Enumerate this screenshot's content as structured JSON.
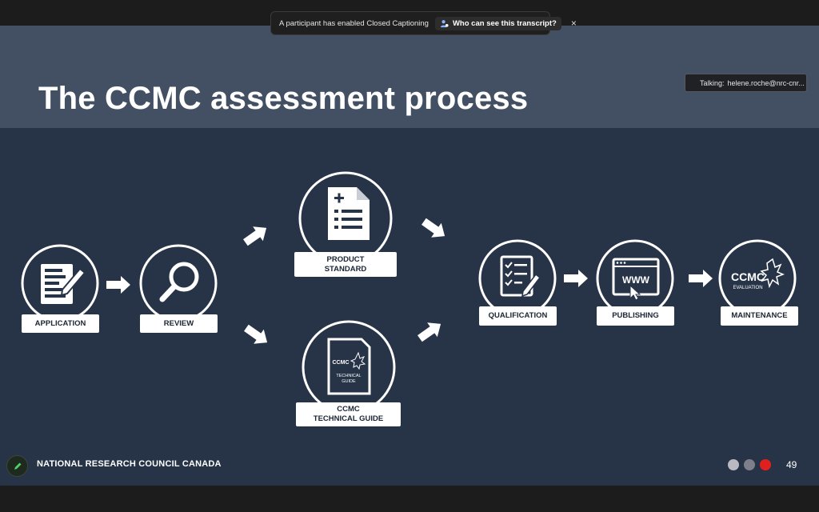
{
  "caption_banner": {
    "text": "A participant has enabled Closed Captioning",
    "link": "Who can see this transcript?",
    "close": "×"
  },
  "talking": {
    "label": "Talking:",
    "name": "helene.roche@nrc-cnr..."
  },
  "slide": {
    "title": "The CCMC assessment process",
    "steps": {
      "application": "APPLICATION",
      "review": "REVIEW",
      "product_standard": "PRODUCT\nSTANDARD",
      "technical_guide": "CCMC\nTECHNICAL GUIDE",
      "qualification": "QUALIFICATION",
      "publishing": "PUBLISHING",
      "maintenance": "MAINTENANCE"
    },
    "icon_text": {
      "ccmc_small": "CCMC",
      "technical_guide": "TECHNICAL\nGUIDE",
      "www": "WWW",
      "ccmc_big": "CCMC",
      "evaluation": "EVALUATION"
    },
    "footer": "NATIONAL RESEARCH COUNCIL CANADA",
    "page_number": "49"
  },
  "colors": {
    "slide_bg": "#273447",
    "title_band": "#435063",
    "dot1": "#b9b9c2",
    "dot2": "#7f7f8c",
    "dot3": "#e0201f",
    "pen": "#4fd06a"
  }
}
